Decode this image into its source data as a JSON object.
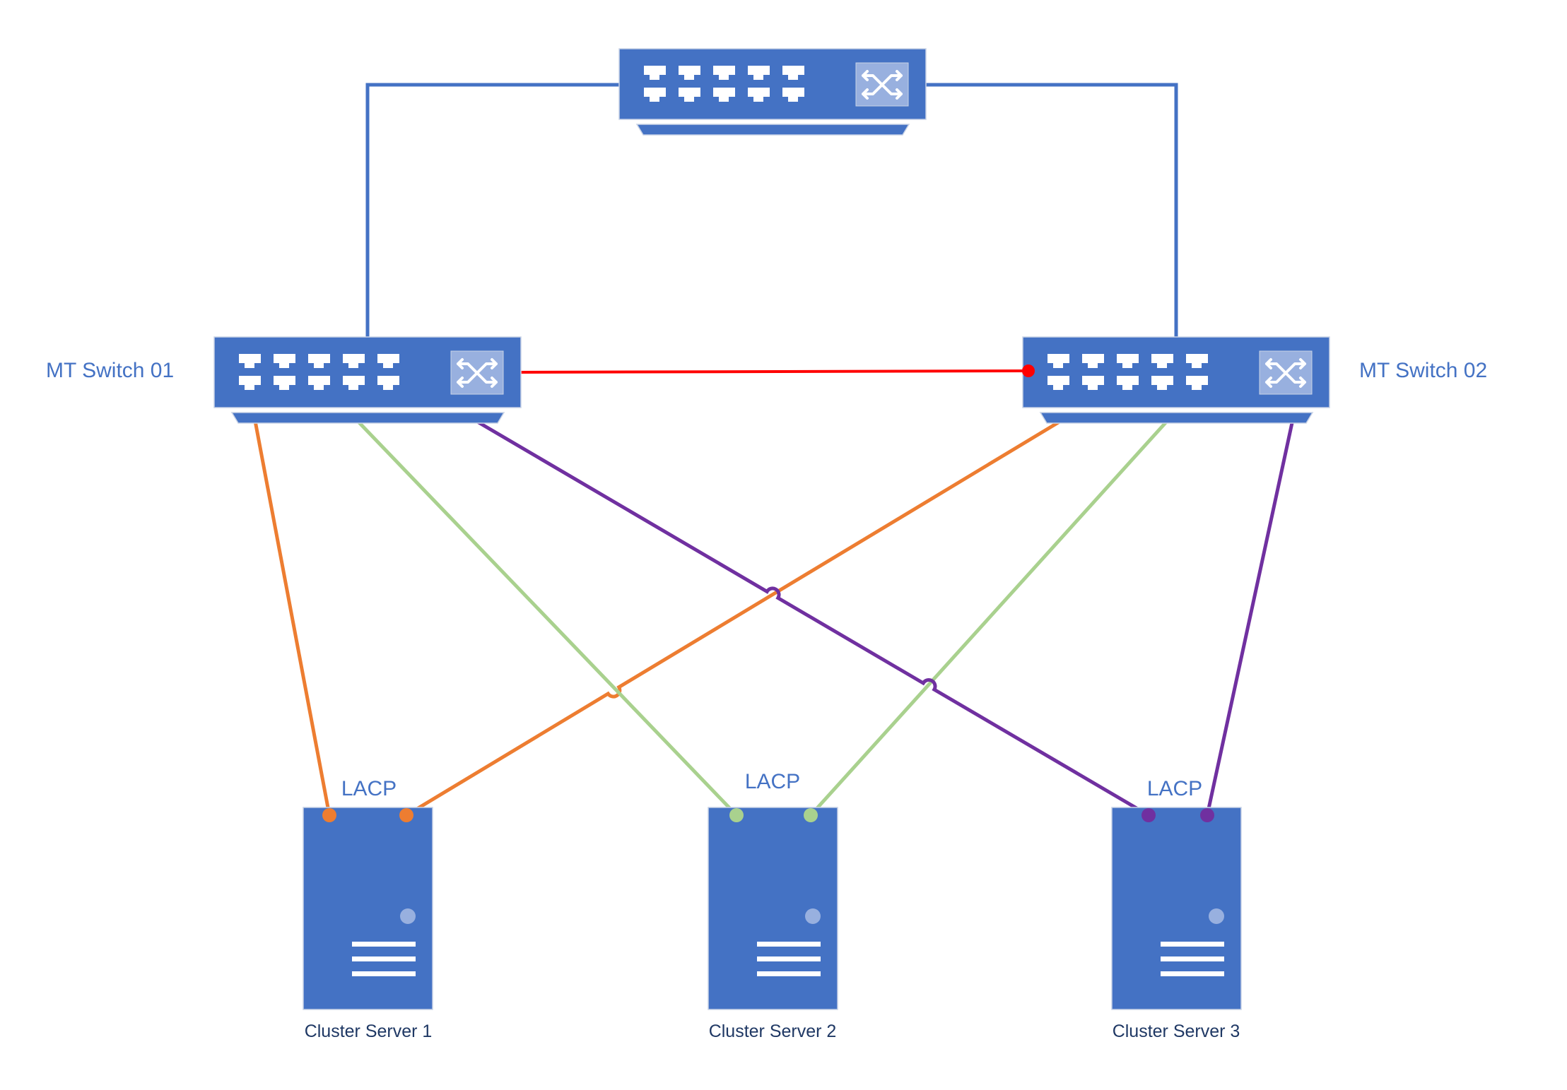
{
  "diagram": {
    "type": "network-topology",
    "colors": {
      "device_fill": "#4472C4",
      "device_border": "#C9D3E6",
      "icon_box": "#98B0DF",
      "port": "#FFFFFF",
      "label_blue": "#4472C4",
      "label_dark": "#1F3864",
      "uplink": "#4472C4",
      "interlink": "#FF0000",
      "server1_link": "#ED7D31",
      "server2_link": "#A9D18E",
      "server3_link": "#7030A0"
    },
    "devices": {
      "core_switch": {
        "kind": "switch",
        "label": ""
      },
      "switch_01": {
        "kind": "switch",
        "label": "MT Switch 01"
      },
      "switch_02": {
        "kind": "switch",
        "label": "MT Switch 02"
      },
      "server_1": {
        "kind": "server",
        "label": "Cluster Server 1",
        "bond_label": "LACP"
      },
      "server_2": {
        "kind": "server",
        "label": "Cluster Server 2",
        "bond_label": "LACP"
      },
      "server_3": {
        "kind": "server",
        "label": "Cluster Server 3",
        "bond_label": "LACP"
      }
    },
    "links": [
      {
        "id": "uplink-01",
        "from": "core_switch",
        "to": "switch_01",
        "color_key": "uplink"
      },
      {
        "id": "uplink-02",
        "from": "core_switch",
        "to": "switch_02",
        "color_key": "uplink"
      },
      {
        "id": "interlink",
        "from": "switch_01",
        "to": "switch_02",
        "color_key": "interlink"
      },
      {
        "id": "s1-a",
        "from": "switch_01",
        "to": "server_1",
        "color_key": "server1_link"
      },
      {
        "id": "s1-b",
        "from": "switch_02",
        "to": "server_1",
        "color_key": "server1_link"
      },
      {
        "id": "s2-a",
        "from": "switch_01",
        "to": "server_2",
        "color_key": "server2_link"
      },
      {
        "id": "s2-b",
        "from": "switch_02",
        "to": "server_2",
        "color_key": "server2_link"
      },
      {
        "id": "s3-a",
        "from": "switch_01",
        "to": "server_3",
        "color_key": "server3_link"
      },
      {
        "id": "s3-b",
        "from": "switch_02",
        "to": "server_3",
        "color_key": "server3_link"
      }
    ],
    "switch_ports_per_row": 5,
    "switch_port_rows": 2
  }
}
